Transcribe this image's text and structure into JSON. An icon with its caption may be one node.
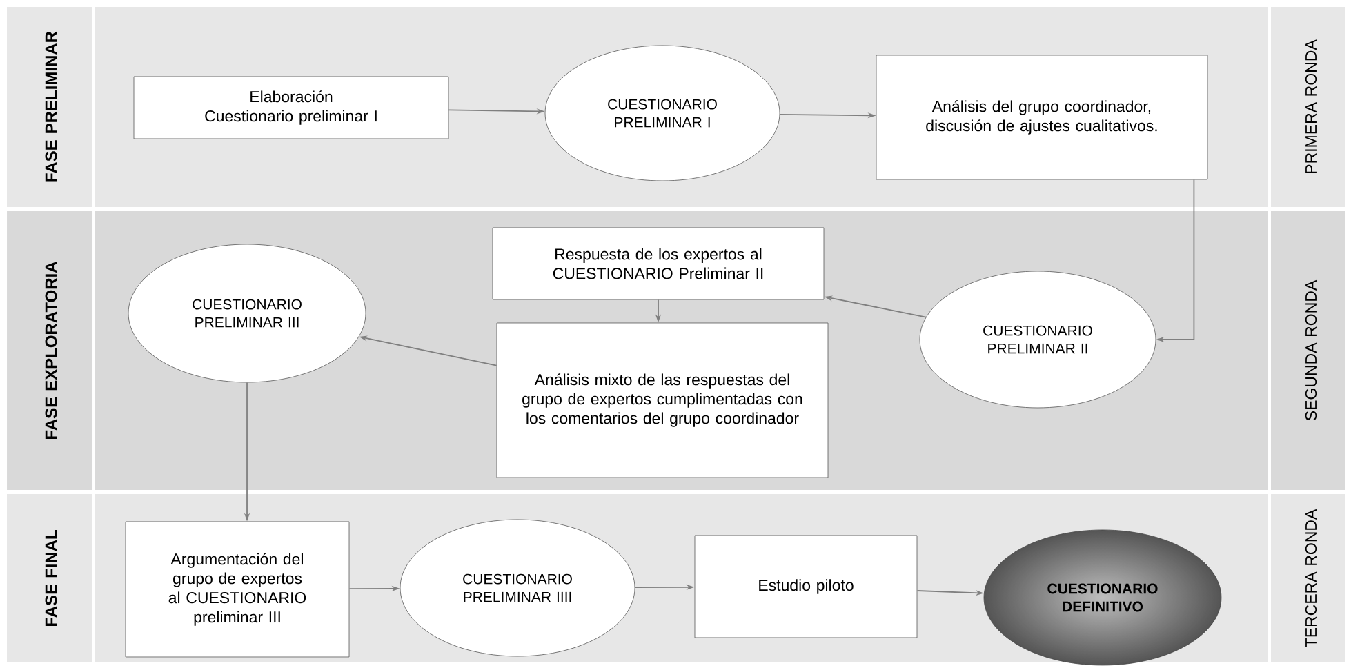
{
  "diagram": {
    "nodes": [
      {
        "text": [
          "FASE PRELIMINAR",
          "PRIMERA RONDA"
        ]
      },
      {
        "text": [
          "Elaboración Cuestionario preliminar I"
        ],
        "in": 0
      },
      {
        "text": [
          "CUESTIONARIO PRELIMINAR I"
        ],
        "in": 0
      },
      {
        "text": [
          "Análisis del grupo coordinador, discusión de ajustes cualitativos."
        ],
        "in": 0
      },
      {
        "text": [
          "FASE EXPLORATORIA",
          "SEGUNDA RONDA"
        ]
      },
      {
        "text": [
          "CUESTIONARIO PRELIMINAR III"
        ],
        "in": 4
      },
      {
        "text": [
          "Respuesta de los expertos al CUESTIONARIO Preliminar II"
        ],
        "in": 4
      },
      {
        "text": [
          "Análisis mixto de las respuestas del grupo de expertos cumplimentadas con los comentarios del grupo coordinador"
        ],
        "in": 4
      },
      {
        "text": [
          "CUESTIONARIO PRELIMINAR II"
        ],
        "in": 4
      },
      {
        "text": [
          "FASE FINAL",
          "TERCERA RONDA"
        ]
      },
      {
        "text": [
          "Argumentación del grupo de expertos al CUESTIONARIO preliminar III"
        ],
        "in": 9
      },
      {
        "text": [
          "CUESTIONARIO PRELIMINAR IIII"
        ],
        "in": 9
      },
      {
        "text": [
          "Estudio piloto"
        ],
        "in": 9
      },
      {
        "text": [
          "CUESTIONARIO DEFINITIVO"
        ],
        "in": 9
      }
    ],
    "edges": [
      {
        "from": 1,
        "to": 2,
        "arrow": "to"
      },
      {
        "from": 2,
        "to": 3,
        "arrow": "to"
      },
      {
        "from": 3,
        "to": 8,
        "arrow": "to"
      },
      {
        "from": 8,
        "to": 6,
        "arrow": "to"
      },
      {
        "from": 6,
        "to": 7,
        "arrow": "to"
      },
      {
        "from": 7,
        "to": 5,
        "arrow": "to"
      },
      {
        "from": 5,
        "to": 10,
        "arrow": "to"
      },
      {
        "from": 10,
        "to": 11,
        "arrow": "to"
      },
      {
        "from": 11,
        "to": 12,
        "arrow": "to"
      },
      {
        "from": 12,
        "to": 13,
        "arrow": "to"
      }
    ]
  }
}
